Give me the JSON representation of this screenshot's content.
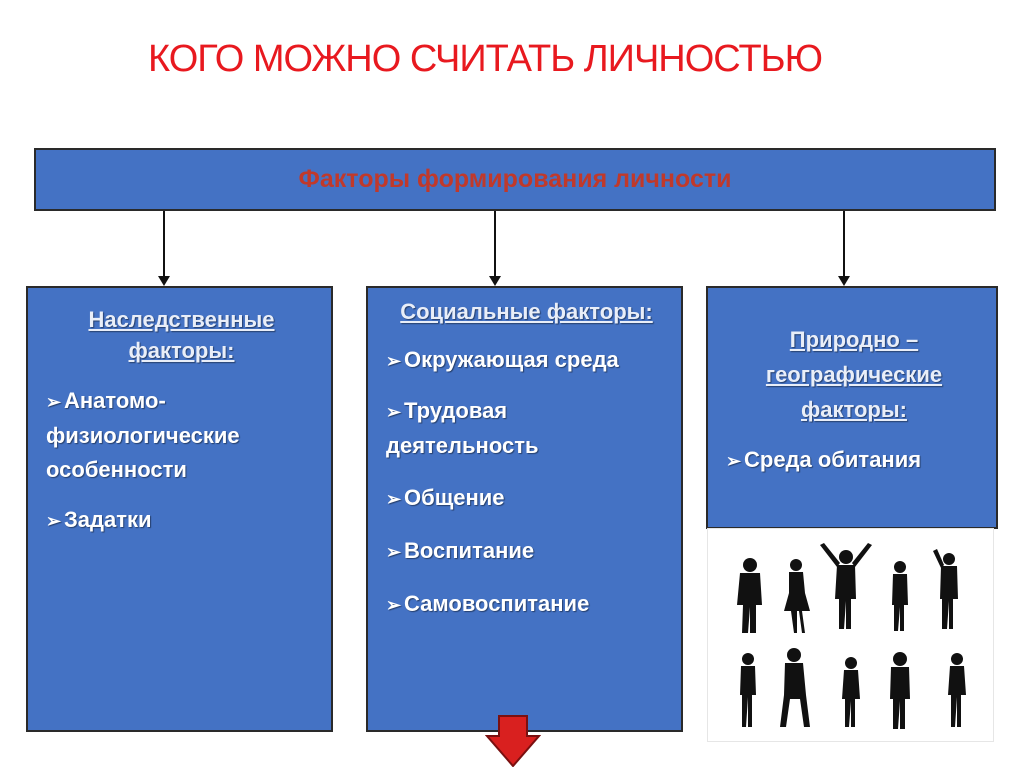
{
  "title": "КОГО МОЖНО СЧИТАТЬ ЛИЧНОСТЬЮ",
  "header": "Факторы формирования личности",
  "columns": [
    {
      "heading": [
        "Наследственные",
        "факторы:"
      ],
      "items": [
        "Анатомо-физиологические особенности",
        "Задатки"
      ]
    },
    {
      "heading": [
        "Социальные факторы:"
      ],
      "items": [
        "Окружающая среда",
        "Трудовая деятельность",
        "Общение",
        "Воспитание",
        "Самовоспитание"
      ]
    },
    {
      "heading": [
        "Природно –",
        "географические",
        "факторы:"
      ],
      "items": [
        "Среда обитания"
      ]
    }
  ],
  "images": {
    "people": "people-silhouettes-icon"
  },
  "colors": {
    "title": "#e8191f",
    "header_text": "#c0392b",
    "box_fill": "#4472c4",
    "down_arrow": "#d9201f"
  }
}
